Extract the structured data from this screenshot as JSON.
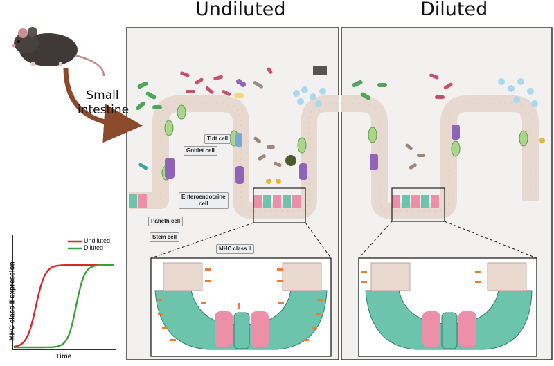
{
  "titles": {
    "left": "Undiluted",
    "right": "Diluted"
  },
  "small_intestine": "Small intestine",
  "labels": {
    "tuft": "Tuft cell",
    "goblet": "Goblet cell",
    "enteroendocrine_1": "Enteroendocrine",
    "enteroendocrine_2": "cell",
    "paneth": "Paneth cell",
    "stem": "Stem cell",
    "mhc": "MHC class II"
  },
  "colors": {
    "undiluted": "#d62828",
    "diluted": "#3aa335",
    "epithelium": "#e7d9cf",
    "stem": "#6cc4ad",
    "paneth": "#ec8fa8",
    "goblet": "#a9d68a",
    "enteroendocrine": "#8e63b8",
    "mhc": "#ee7a2b",
    "lumen_bg": "#f3f1ef"
  },
  "chart_data": {
    "type": "line",
    "ylabel": "MHC class II expression",
    "xlabel": "Time",
    "legend": "top-right",
    "series": [
      {
        "name": "Undiluted",
        "color": "#d62828",
        "midpoint": 0.22,
        "steepness": 22
      },
      {
        "name": "Diluted",
        "color": "#3aa335",
        "midpoint": 0.62,
        "steepness": 24
      }
    ]
  }
}
